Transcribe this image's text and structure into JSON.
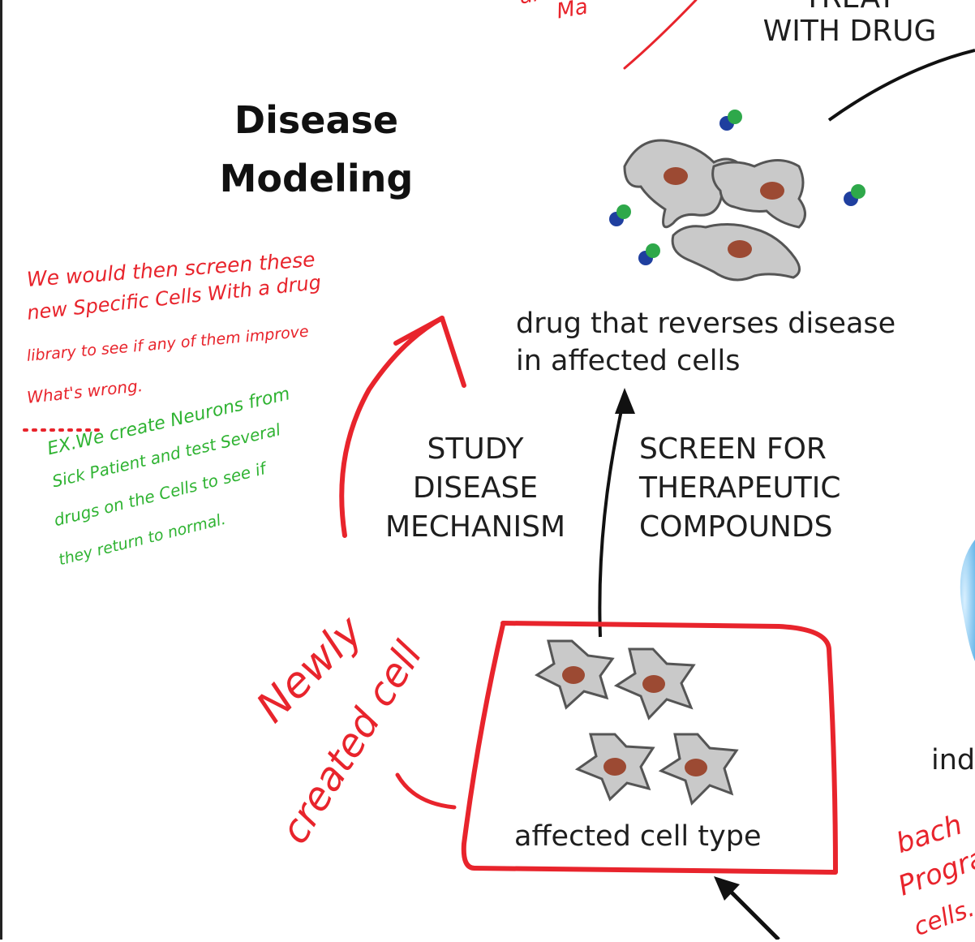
{
  "diagram": {
    "title_line1": "Disease",
    "title_line2": "Modeling",
    "step_treat_partial": "TREAT",
    "step_treat": "WITH DRUG",
    "drug_caption_line1": "drug that reverses disease",
    "drug_caption_line2": "in affected cells",
    "study_line1": "STUDY",
    "study_line2": "DISEASE",
    "study_line3": "MECHANISM",
    "screen_line1": "SCREEN FOR",
    "screen_line2": "THERAPEUTIC",
    "screen_line3": "COMPOUNDS",
    "affected_caption": "affected cell type",
    "induced_partial": "ind"
  },
  "annotations": {
    "red_note_lines": [
      "We would then screen these",
      "new Specific Cells With a drug",
      "library to see if any of them improve",
      "What's wrong."
    ],
    "green_note_lines": [
      "EX.We create Neurons from",
      "Sick Patient and test Several",
      "drugs on the Cells to see if",
      "they return to normal."
    ],
    "newly_created": [
      "Newly",
      "created cell"
    ],
    "bottom_right_fragments": [
      "bach",
      "Program",
      "cells..."
    ],
    "top_fragments": [
      "an",
      "Ma"
    ]
  },
  "colors": {
    "ink_red": "#e8242c",
    "ink_green": "#2fb332",
    "cell_fill": "#c9c9c9",
    "cell_outline": "#555555",
    "nucleus": "#9c4a33",
    "molecule_blue": "#1f3f9f",
    "molecule_green": "#2ea84a",
    "blue_shape": "#7fc4ef"
  }
}
